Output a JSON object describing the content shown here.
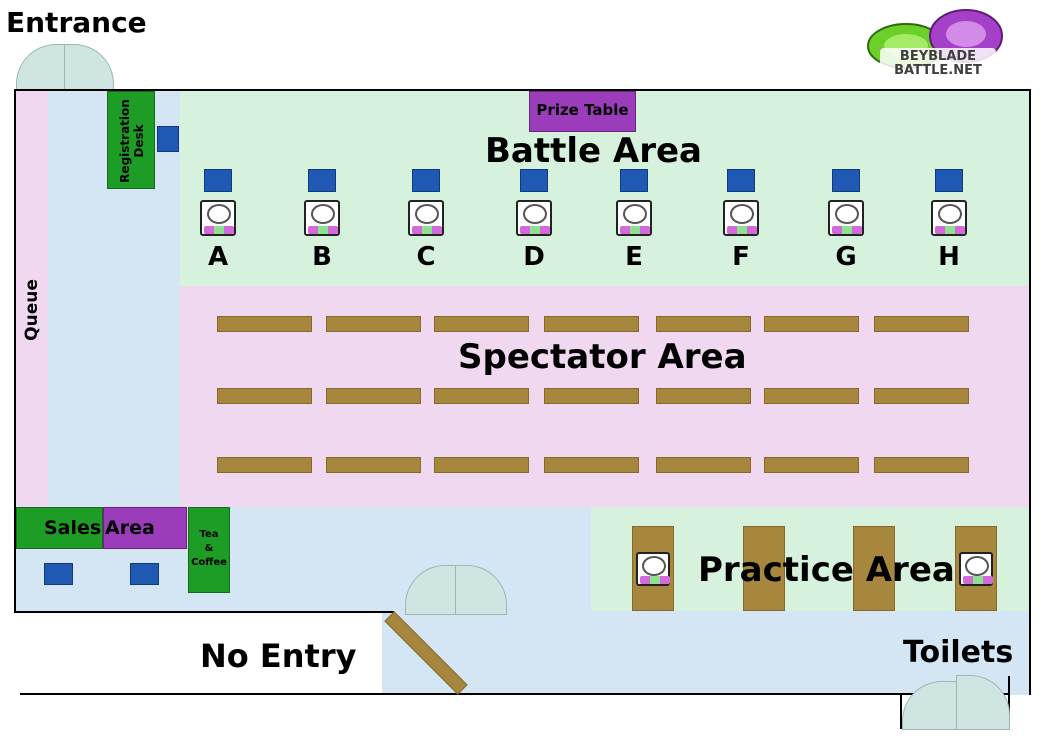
{
  "labels": {
    "entrance": "Entrance",
    "queue": "Queue",
    "registration_desk": "Registration Desk",
    "prize_table": "Prize Table",
    "battle_area": "Battle Area",
    "spectator_area": "Spectator Area",
    "sales": "Sales",
    "area": "Area",
    "tea_coffee": "Tea & Coffee",
    "practice_area": "Practice Area",
    "no_entry": "No Entry",
    "toilets": "Toilets"
  },
  "stadiums": [
    "A",
    "B",
    "C",
    "D",
    "E",
    "F",
    "G",
    "H"
  ],
  "logo": {
    "line1": "BEYBLADE",
    "line2": "BATTLE.NET",
    "colors": {
      "green": "#6ccf2a",
      "purple": "#a541c8"
    }
  },
  "colors": {
    "battle_area": "#d6f2dd",
    "spectator_area": "#efd8f0",
    "hall": "#d4e6f4",
    "desk_green": "#1e9d26",
    "table_purple": "#9b3cba",
    "seat_blue": "#1f59b3",
    "bench_brown": "#a7873e"
  }
}
